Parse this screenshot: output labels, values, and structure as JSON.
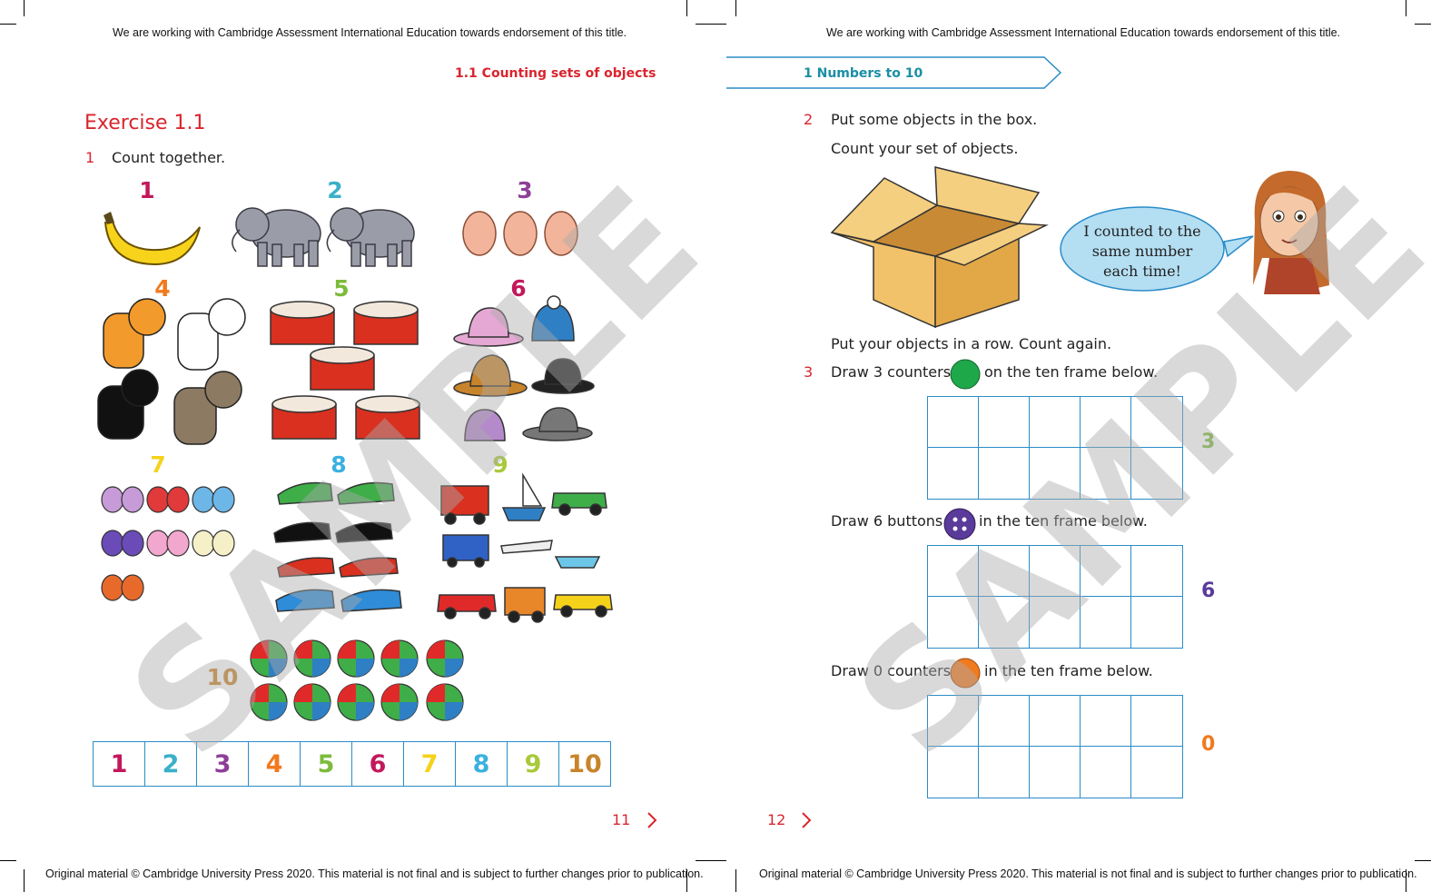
{
  "header": {
    "endorsement_left": "We are working with Cambridge Assessment International Education towards endorsement of this title.",
    "endorsement_right": "We are working with Cambridge Assessment International Education towards endorsement of this title."
  },
  "left_page": {
    "section_heading": "1.1  Counting sets of objects",
    "exercise_title": "Exercise 1.1",
    "q1_number": "1",
    "q1_text": "Count together.",
    "group_numbers": [
      "1",
      "2",
      "3",
      "4",
      "5",
      "6",
      "7",
      "8",
      "9",
      "10"
    ],
    "number_track": [
      "1",
      "2",
      "3",
      "4",
      "5",
      "6",
      "7",
      "8",
      "9",
      "10"
    ],
    "page_number": "11"
  },
  "right_page": {
    "chapter_tab": "1  Numbers to 10",
    "q2_number": "2",
    "q2_line1": "Put some objects in the box.",
    "q2_line2": "Count your set of objects.",
    "speech": [
      "I counted to the",
      "same number",
      "each time!"
    ],
    "q2_line3": "Put your objects in a row. Count again.",
    "q3_number": "3",
    "q3_a_before": "Draw 3 counters",
    "q3_a_after": "on the ten frame below.",
    "q3_b_before": "Draw 6 buttons",
    "q3_b_after": "in the ten frame below.",
    "q3_c_before": "Draw 0 counters",
    "q3_c_after": "in the ten frame below.",
    "frame_labels": [
      "3",
      "6",
      "0"
    ],
    "page_number": "12"
  },
  "watermark": "SAMPLE",
  "footer": {
    "left": "Original material © Cambridge University Press 2020. This material is not final and is subject to further changes prior to publication.",
    "right": "Original material © Cambridge University Press 2020. This material is not final and is subject to further changes prior to publication."
  },
  "colors": {
    "red": "#d9252e",
    "blue_line": "#2a8cc7",
    "teal": "#1a8fa3",
    "n1": "#c2185b",
    "n2": "#3ab0c9",
    "n3": "#8e3f98",
    "n4": "#f07a1e",
    "n5": "#7cbb3b",
    "n6": "#c2185b",
    "n7": "#f5d21a",
    "n8": "#3ab0e0",
    "n9": "#a8c93a",
    "n10": "#c8842a"
  }
}
